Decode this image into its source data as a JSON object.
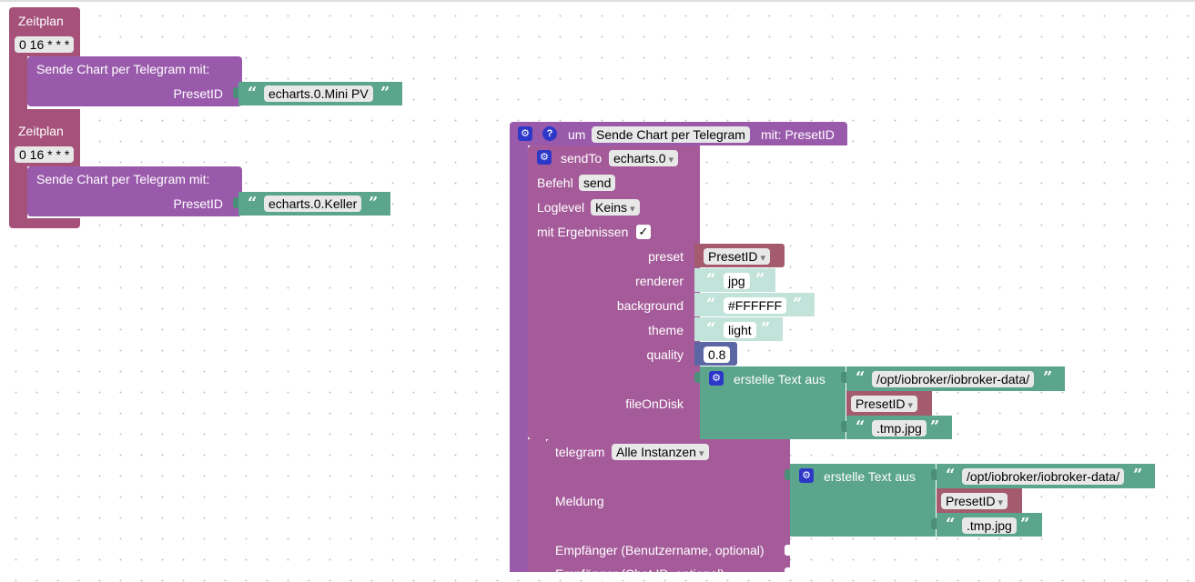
{
  "schedules": [
    {
      "title": "Zeitplan",
      "cron": "0 16 * * *",
      "call_label": "Sende Chart per Telegram  mit:",
      "param_label": "PresetID",
      "preset_value": "echarts.0.Mini PV"
    },
    {
      "title": "Zeitplan",
      "cron": "0 16 * * *",
      "call_label": "Sende Chart per Telegram  mit:",
      "param_label": "PresetID",
      "preset_value": "echarts.0.Keller"
    }
  ],
  "function_def": {
    "prefix": "um",
    "name": "Sende Chart per Telegram",
    "suffix": "mit: PresetID",
    "sendto": {
      "label": "sendTo",
      "adapter": "echarts.0",
      "command_label": "Befehl",
      "command": "send",
      "loglevel_label": "Loglevel",
      "loglevel": "Keins",
      "results_label": "mit Ergebnissen",
      "results_check": "✓",
      "params": {
        "preset_label": "preset",
        "preset_var": "PresetID",
        "renderer_label": "renderer",
        "renderer": "jpg",
        "background_label": "background",
        "background": "#FFFFFF",
        "theme_label": "theme",
        "theme": "light",
        "quality_label": "quality",
        "quality": "0.8",
        "file_label": "fileOnDisk",
        "join_label": "erstelle Text aus",
        "path": "/opt/iobroker/iobroker-data/",
        "file_var": "PresetID",
        "ext": ".tmp.jpg"
      }
    },
    "telegram": {
      "label": "telegram",
      "instance": "Alle Instanzen",
      "message_label": "Meldung",
      "join_label": "erstelle Text aus",
      "path": "/opt/iobroker/iobroker-data/",
      "var": "PresetID",
      "ext": ".tmp.jpg",
      "recipient_user_label": "Empfänger (Benutzername, optional)",
      "recipient_chat_label": "Empfänger (Chat ID, optional)"
    }
  },
  "colors": {
    "event_block": "#a5517a",
    "procedure_block": "#9a5aab",
    "text_block": "#5ba58c",
    "variable_block": "#a55b6e",
    "number_block": "#5b67a5"
  }
}
